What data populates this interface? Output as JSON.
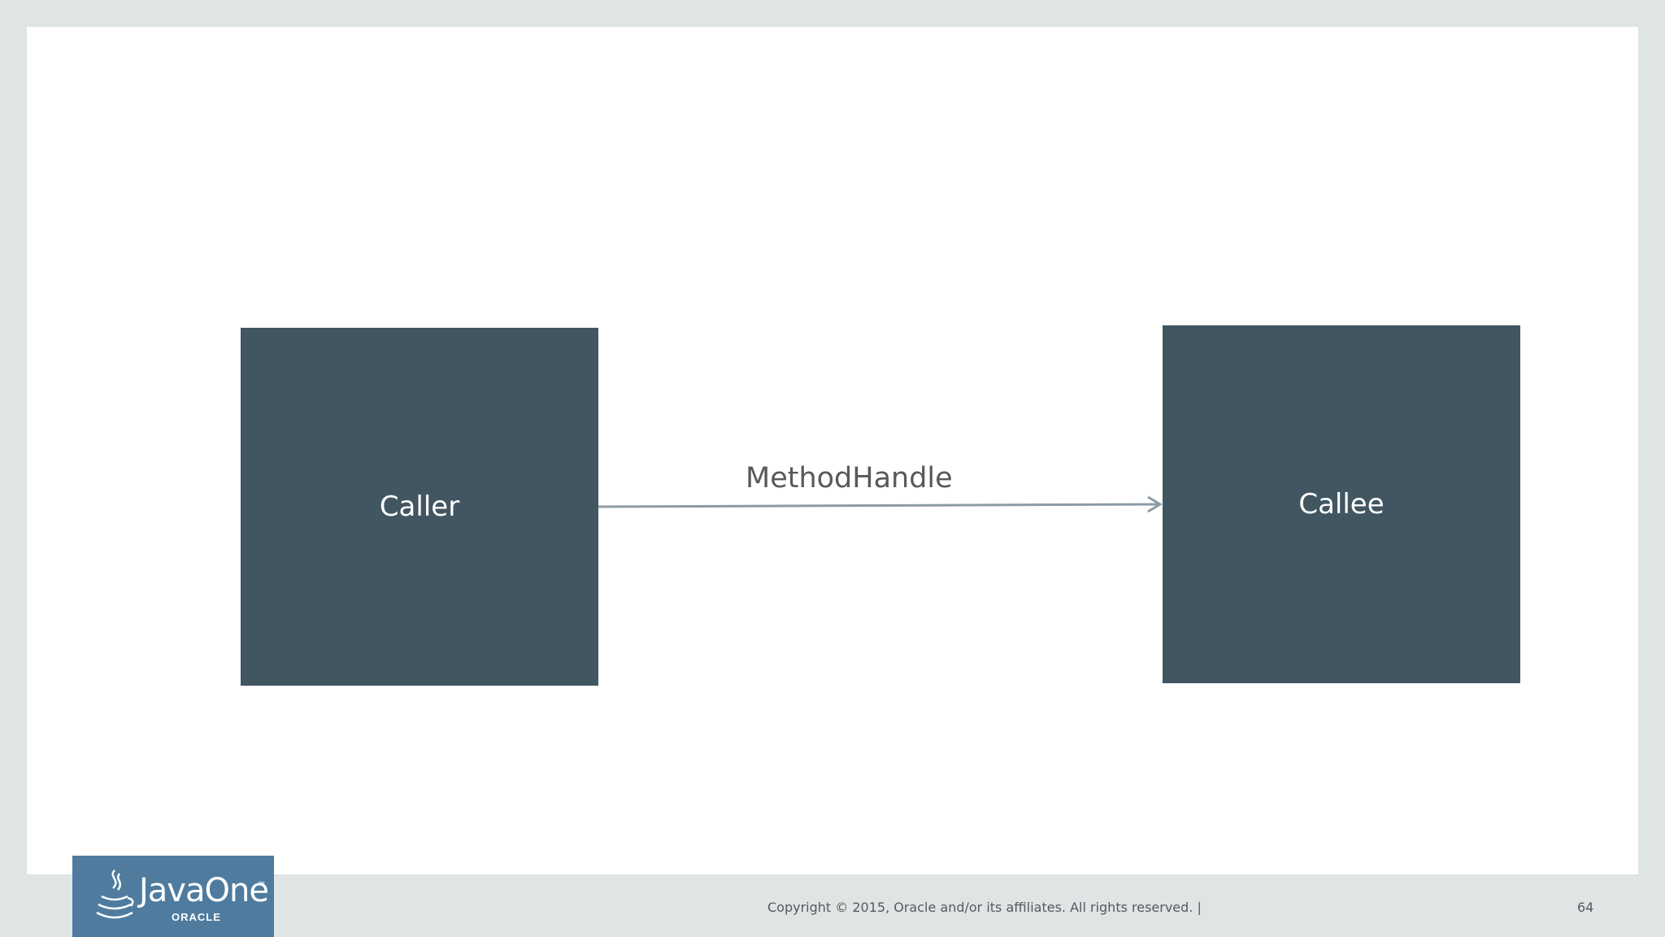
{
  "diagram": {
    "nodes": [
      {
        "id": "caller",
        "label": "Caller"
      },
      {
        "id": "callee",
        "label": "Callee"
      }
    ],
    "edges": [
      {
        "from": "caller",
        "to": "callee",
        "label": "MethodHandle"
      }
    ],
    "colors": {
      "node_fill": "#415661",
      "node_text": "#ffffff",
      "edge_line": "#8b9ca5",
      "edge_label": "#595959"
    }
  },
  "footer": {
    "copyright": "Copyright © 2015, Oracle and/or its affiliates. All rights reserved.  |",
    "page_number": "64"
  },
  "logo": {
    "wordmark": "JavaOne",
    "trademark": "™",
    "company": "ORACLE",
    "icon": "java-cup-icon",
    "color": "#4f7c9e"
  }
}
